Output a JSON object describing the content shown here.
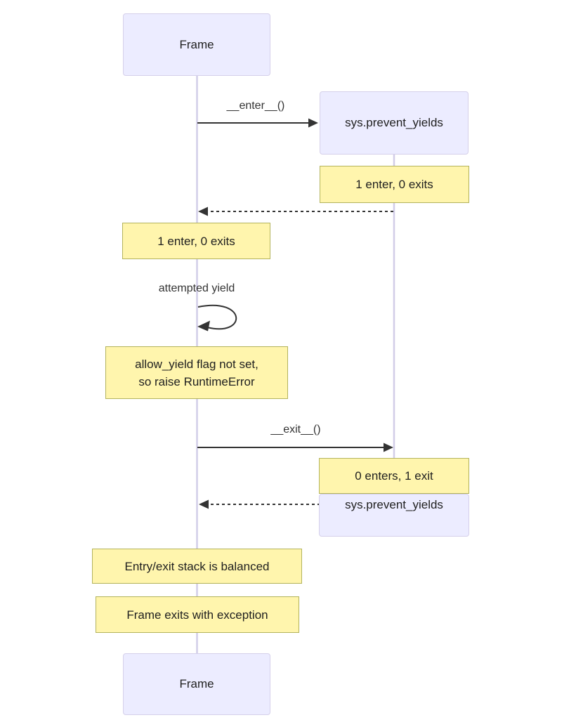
{
  "diagram": {
    "type": "sequence-diagram",
    "actors": {
      "frame_top": "Frame",
      "frame_bottom": "Frame",
      "sys_top": "sys.prevent_yields",
      "sys_bottom": "sys.prevent_yields"
    },
    "messages": {
      "enter": "__enter__()",
      "exit": "__exit__()",
      "self_loop": "attempted yield"
    },
    "notes": {
      "sys_enter": "1 enter, 0 exits",
      "frame_enter": "1 enter, 0 exits",
      "allow_yield": "allow_yield flag not set,\nso raise RuntimeError",
      "sys_exit": "0 enters, 1 exit",
      "stack_balanced": "Entry/exit stack is balanced",
      "frame_exception": "Frame exits with exception"
    },
    "colors": {
      "actor_fill": "#ECECFF",
      "actor_border": "#d5d0ea",
      "note_fill": "#fff5ad",
      "note_border": "#b3b35c",
      "lifeline": "#d2cde8",
      "arrow": "#333333",
      "text": "#1f1f1f",
      "background": "#ffffff"
    }
  }
}
